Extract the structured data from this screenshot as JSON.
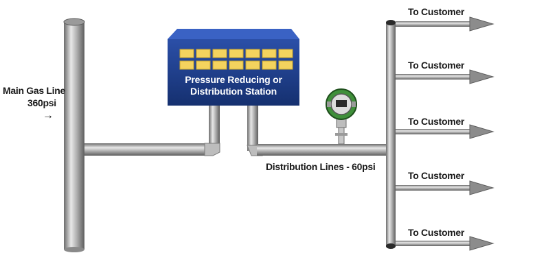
{
  "main_line": {
    "label_line1": "Main Gas Line",
    "label_line2": "360psi",
    "arrow": "→"
  },
  "station": {
    "title_line1": "Pressure Reducing or",
    "title_line2": "Distribution Station"
  },
  "distribution": {
    "label": "Distribution Lines - 60psi"
  },
  "customers": [
    {
      "label": "To Customer"
    },
    {
      "label": "To Customer"
    },
    {
      "label": "To Customer"
    },
    {
      "label": "To Customer"
    },
    {
      "label": "To Customer"
    }
  ],
  "colors": {
    "station_blue": "#1f3d8c",
    "station_top": "#3a62c4",
    "window_yellow": "#f4d35e",
    "pipe_gray": "#a9a9a9",
    "meter_green": "#3f8f3a"
  },
  "icons": {
    "meter": "pressure-meter-icon",
    "arrow": "arrow-right-icon"
  }
}
